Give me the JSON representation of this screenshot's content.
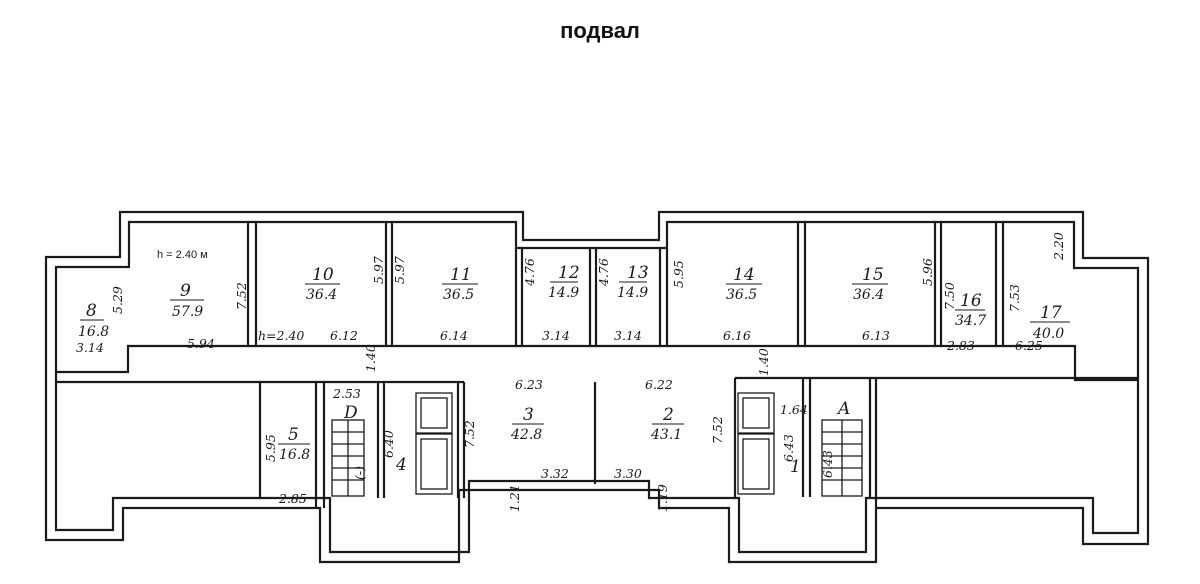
{
  "title": "подвал",
  "ceiling_note": "h = 2.40 м",
  "ceiling_note_2": "h=2.40",
  "rooms": [
    {
      "id": "8",
      "num": "8",
      "area": "16.8"
    },
    {
      "id": "9",
      "num": "9",
      "area": "57.9"
    },
    {
      "id": "10",
      "num": "10",
      "area": "36.4"
    },
    {
      "id": "11",
      "num": "11",
      "area": "36.5"
    },
    {
      "id": "12",
      "num": "12",
      "area": "14.9"
    },
    {
      "id": "13",
      "num": "13",
      "area": "14.9"
    },
    {
      "id": "14",
      "num": "14",
      "area": "36.5"
    },
    {
      "id": "15",
      "num": "15",
      "area": "36.4"
    },
    {
      "id": "16",
      "num": "16",
      "area": "34.7"
    },
    {
      "id": "17",
      "num": "17",
      "area": "40.0"
    },
    {
      "id": "5",
      "num": "5",
      "area": "16.8"
    },
    {
      "id": "3",
      "num": "3",
      "area": "42.8"
    },
    {
      "id": "2",
      "num": "2",
      "area": "43.1"
    }
  ],
  "markers": {
    "d": "D",
    "a": "A",
    "four": "4",
    "one": "1",
    "bracket": "(-)"
  },
  "dimensions": {
    "d_529": "5.29",
    "d_314a": "3.14",
    "d_594": "5.94",
    "d_752a": "7.52",
    "d_612": "6.12",
    "d_597a": "5.97",
    "d_597b": "5.97",
    "d_614": "6.14",
    "d_476a": "4.76",
    "d_314b": "3.14",
    "d_476b": "4.76",
    "d_314c": "3.14",
    "d_595a": "5.95",
    "d_616": "6.16",
    "d_613": "6.13",
    "d_596": "5.96",
    "d_750": "7.50",
    "d_283": "2.83",
    "d_753": "7.53",
    "d_220": "2.20",
    "d_625": "6.25",
    "d_140a": "1.40",
    "d_140b": "1.40",
    "d_623": "6.23",
    "d_622": "6.22",
    "d_253": "2.53",
    "d_595b": "5.95",
    "d_285": "2.85",
    "d_640": "6.40",
    "d_752b": "7.52",
    "d_332": "3.32",
    "d_330": "3.30",
    "d_121": "1.21",
    "d_119": "1.19",
    "d_752c": "7.52",
    "d_164": "1.64",
    "d_643a": "6.43",
    "d_643b": "6.43"
  }
}
